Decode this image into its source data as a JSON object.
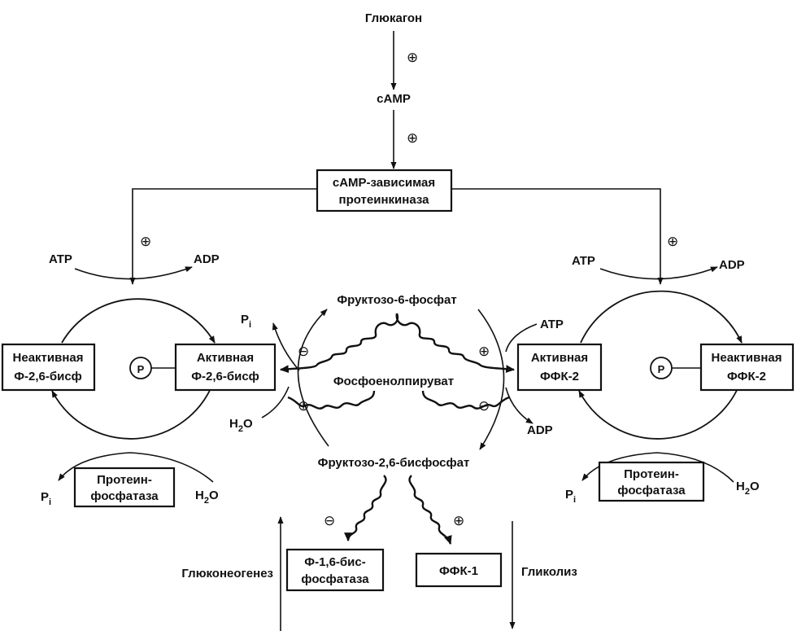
{
  "nodes": {
    "glucagon": "Глюкагон",
    "camp": "cAMP",
    "pka_line1": "cAMP-зависимая",
    "pka_line2": "протеинкиназа",
    "fructose6p": "Фруктозо-6-фосфат",
    "pep": "Фосфоенолпируват",
    "f26bp": "Фруктозо-2,6-бисфосфат",
    "left_inactive_1": "Неактивная",
    "left_inactive_2": "Ф-2,6-бисф",
    "left_active_1": "Активная",
    "left_active_2": "Ф-2,6-бисф",
    "right_active_1": "Активная",
    "right_active_2": "ФФК-2",
    "right_inactive_1": "Неактивная",
    "right_inactive_2": "ФФК-2",
    "phosphatase_1": "Протеин-",
    "phosphatase_2": "фосфатаза",
    "f16bpase_1": "Ф-1,6-бис-",
    "f16bpase_2": "фосфатаза",
    "pfk1": "ФФК-1",
    "gluconeogenesis": "Глюконеогенез",
    "glycolysis": "Гликолиз"
  },
  "metabolites": {
    "atp": "ATP",
    "adp": "ADP",
    "pi_letter": "P",
    "pi_sub": "i",
    "h2o_h": "H",
    "h2o_2": "2",
    "h2o_o": "O",
    "phospho": "P"
  },
  "signs": {
    "plus": "⊕",
    "minus": "⊖"
  }
}
